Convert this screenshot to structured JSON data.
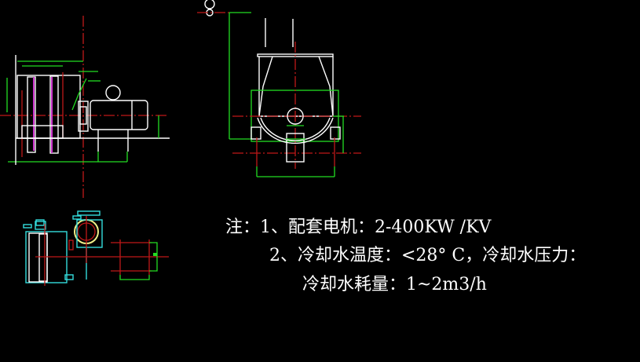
{
  "colors": {
    "background": "#000000",
    "outline": "#ffffff",
    "dimension": "#22dd22",
    "centerline": "#c01818",
    "plan": "#33dddd"
  },
  "notes": {
    "line1": "注：1、配套电机：2-400KW /KV",
    "line2": "2、冷却水温度：<28° C，冷却水压力：",
    "line3": "冷却水耗量：1~2m3/h"
  }
}
